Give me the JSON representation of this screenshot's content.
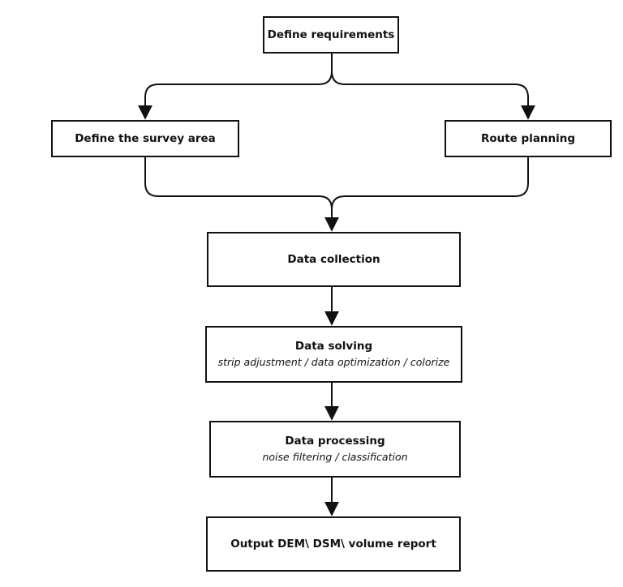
{
  "nodes": {
    "define_requirements": {
      "title": "Define requirements"
    },
    "define_survey_area": {
      "title": "Define the survey area"
    },
    "route_planning": {
      "title": "Route planning"
    },
    "data_collection": {
      "title": "Data collection"
    },
    "data_solving": {
      "title": "Data solving",
      "subtitle": "strip adjustment / data optimization / colorize"
    },
    "data_processing": {
      "title": "Data processing",
      "subtitle": "noise filtering / classification"
    },
    "output": {
      "title": "Output  DEM\\ DSM\\ volume report"
    }
  },
  "colors": {
    "stroke": "#111111",
    "background": "#ffffff"
  }
}
